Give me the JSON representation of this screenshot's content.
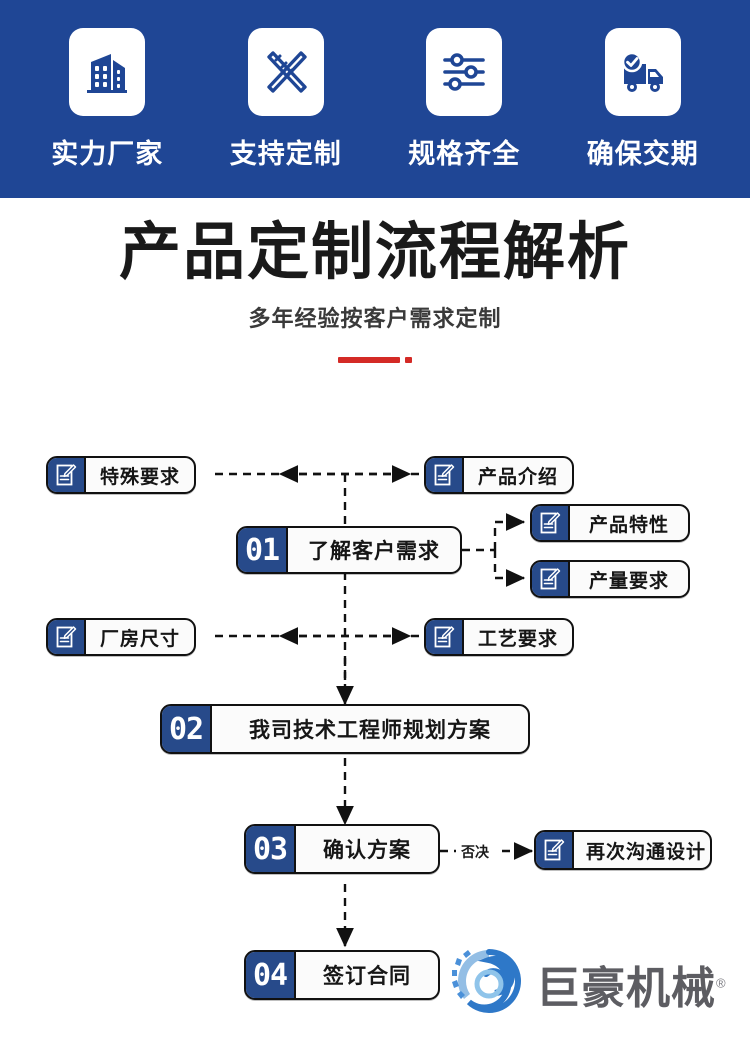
{
  "banner": {
    "background_color": "#1f4695",
    "features": [
      {
        "icon": "factory-building-icon",
        "label": "实力厂家"
      },
      {
        "icon": "ruler-pencil-icon",
        "label": "支持定制"
      },
      {
        "icon": "sliders-settings-icon",
        "label": "规格齐全"
      },
      {
        "icon": "delivery-truck-check-icon",
        "label": "确保交期"
      }
    ]
  },
  "title": {
    "main": "产品定制流程解析",
    "sub": "多年经验按客户需求定制",
    "accent_color": "#d42a26"
  },
  "flow": {
    "node_blue": "#274a8a",
    "node_border": "#111111",
    "reject_label": "否决",
    "nodes": [
      {
        "id": "special-requirements",
        "badge_type": "doc",
        "badge_text": "",
        "label": "特殊要求"
      },
      {
        "id": "product-introduction",
        "badge_type": "doc",
        "badge_text": "",
        "label": "产品介绍"
      },
      {
        "id": "step-01",
        "badge_type": "num",
        "badge_text": "01",
        "label": "了解客户需求"
      },
      {
        "id": "product-features",
        "badge_type": "doc",
        "badge_text": "",
        "label": "产品特性"
      },
      {
        "id": "output-requirements",
        "badge_type": "doc",
        "badge_text": "",
        "label": "产量要求"
      },
      {
        "id": "workshop-size",
        "badge_type": "doc",
        "badge_text": "",
        "label": "厂房尺寸"
      },
      {
        "id": "process-requirements",
        "badge_type": "doc",
        "badge_text": "",
        "label": "工艺要求"
      },
      {
        "id": "step-02",
        "badge_type": "num",
        "badge_text": "02",
        "label": "我司技术工程师规划方案"
      },
      {
        "id": "step-03",
        "badge_type": "num",
        "badge_text": "03",
        "label": "确认方案"
      },
      {
        "id": "redesign",
        "badge_type": "doc",
        "badge_text": "",
        "label": "再次沟通设计"
      },
      {
        "id": "step-04",
        "badge_type": "num",
        "badge_text": "04",
        "label": "签订合同"
      }
    ]
  },
  "logo": {
    "icon": "gear-swirl-logo-icon",
    "text": "巨豪机械",
    "registered_mark": "®"
  }
}
